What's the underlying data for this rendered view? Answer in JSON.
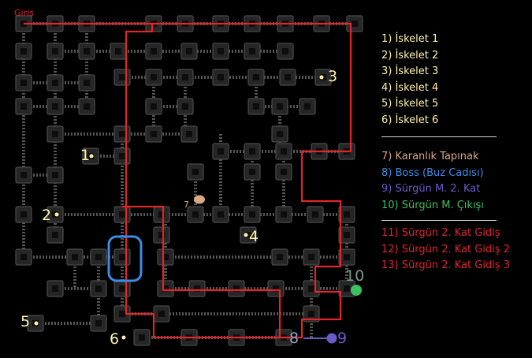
{
  "entry_label": "Giriş",
  "colors": {
    "skeleton": "#fff3a8",
    "temple": "#d8a888",
    "boss": "#3a8ee8",
    "exile_floor": "#6a5ac8",
    "exile_exit": "#3cc060",
    "route": "#e0252b",
    "room": "#262626",
    "corridor": "#555555"
  },
  "markers": {
    "m1": "1",
    "m2": "2",
    "m3": "3",
    "m4": "4",
    "m5": "5",
    "m6": "6",
    "m7": "7",
    "m8": "8",
    "m9": "9",
    "m10": "10"
  },
  "legend": {
    "skeletons": [
      "1) İskelet 1",
      "2) İskelet 2",
      "3) İskelet 3",
      "4) İskelet 4",
      "5) İskelet 5",
      "6) İskelet 6"
    ],
    "points": [
      "7) Karanlık Tapınak",
      "8) Boss (Buz Cadısı)",
      "9) Sürgün M. 2. Kat",
      "10) Sürgün M. Çıkışı"
    ],
    "routes": [
      "11) Sürgün 2. Kat Gidiş",
      "12) Sürgün 2. Kat Gidiş 2",
      "13) Sürgün 2. Kat Gidiş 3"
    ]
  }
}
